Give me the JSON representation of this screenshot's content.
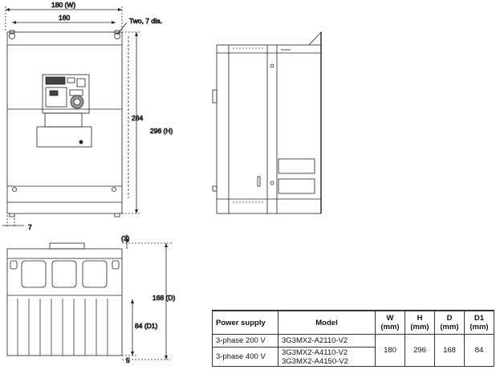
{
  "dimensions": {
    "front_w": "180 (W)",
    "front_inner": "160",
    "holes": "Two, 7 dia.",
    "h_inner": "284",
    "h_total": "296 (H)",
    "left_margin": "7",
    "top_gap": "(3)",
    "d_total": "168 (D)",
    "d1": "84 (D1)",
    "bottom_gap": "5"
  },
  "table": {
    "headers": {
      "power": "Power supply",
      "model": "Model",
      "w": "W",
      "w_unit": "(mm)",
      "h": "H",
      "h_unit": "(mm)",
      "d": "D",
      "d_unit": "(mm)",
      "d1": "D1",
      "d1_unit": "(mm)"
    },
    "rows": [
      {
        "power": "3-phase 200 V",
        "model": "3G3MX2-A2110-V2"
      },
      {
        "power": "3-phase 400 V",
        "model1": "3G3MX2-A4110-V2",
        "model2": "3G3MX2-A4150-V2"
      }
    ],
    "values": {
      "w": "180",
      "h": "296",
      "d": "168",
      "d1": "84"
    }
  }
}
